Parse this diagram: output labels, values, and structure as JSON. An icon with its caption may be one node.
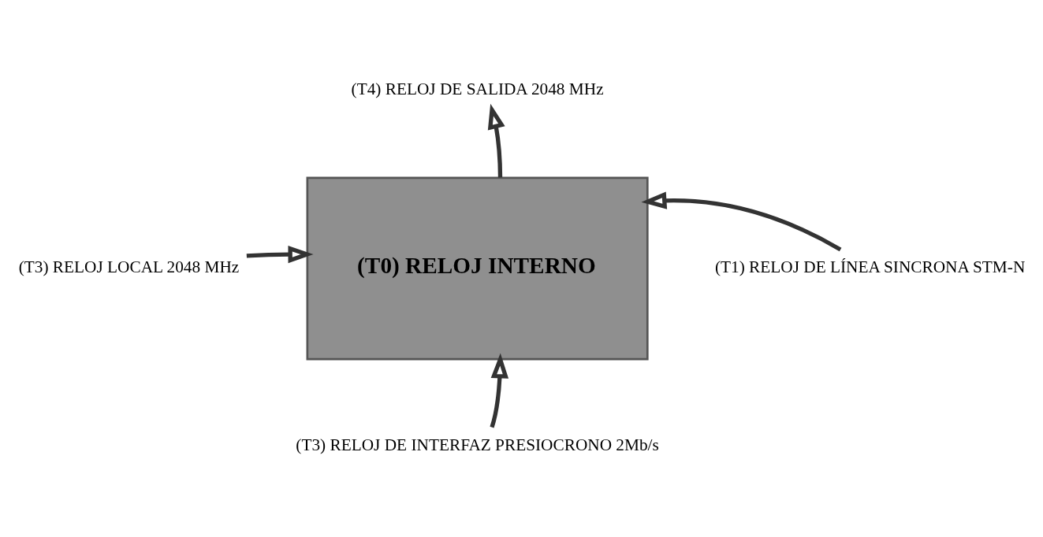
{
  "diagram": {
    "nodes": [
      {
        "text": [
          "(T0) RELOJ INTERNO"
        ]
      },
      {
        "text": [
          "(T4) RELOJ DE SALIDA 2048 MHz"
        ]
      },
      {
        "text": [
          "(T3) RELOJ LOCAL 2048 MHz"
        ]
      },
      {
        "text": [
          "(T1) RELOJ DE LÍNEA SINCRONA STM-N"
        ]
      },
      {
        "text": [
          "(T3) RELOJ DE INTERFAZ PRESIOCRONO 2Mb/s"
        ]
      }
    ],
    "edges": [
      {
        "from": 0,
        "to": 1,
        "arrow": "to"
      },
      {
        "from": 2,
        "to": 0,
        "arrow": "to"
      },
      {
        "from": 3,
        "to": 0,
        "arrow": "to"
      },
      {
        "from": 4,
        "to": 0,
        "arrow": "to"
      }
    ]
  }
}
